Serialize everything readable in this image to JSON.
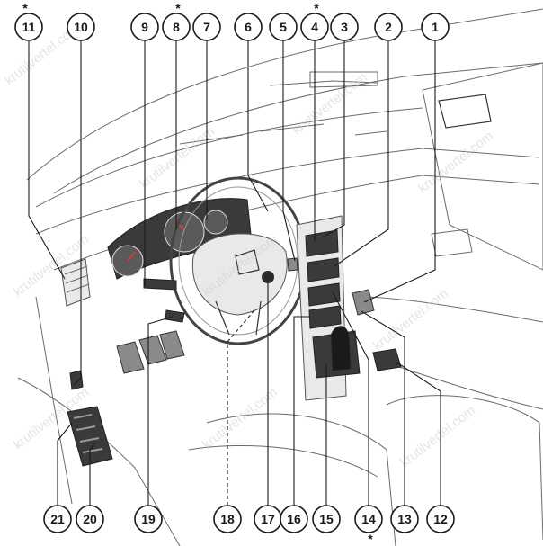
{
  "callouts_top": [
    "11",
    "10",
    "9",
    "8",
    "7",
    "6",
    "5",
    "4",
    "3",
    "2",
    "1"
  ],
  "callouts_bottom": [
    "21",
    "20",
    "19",
    "18",
    "17",
    "16",
    "15",
    "14",
    "13",
    "12"
  ],
  "asterisk": "*",
  "watermark": "krutilvertel.com"
}
